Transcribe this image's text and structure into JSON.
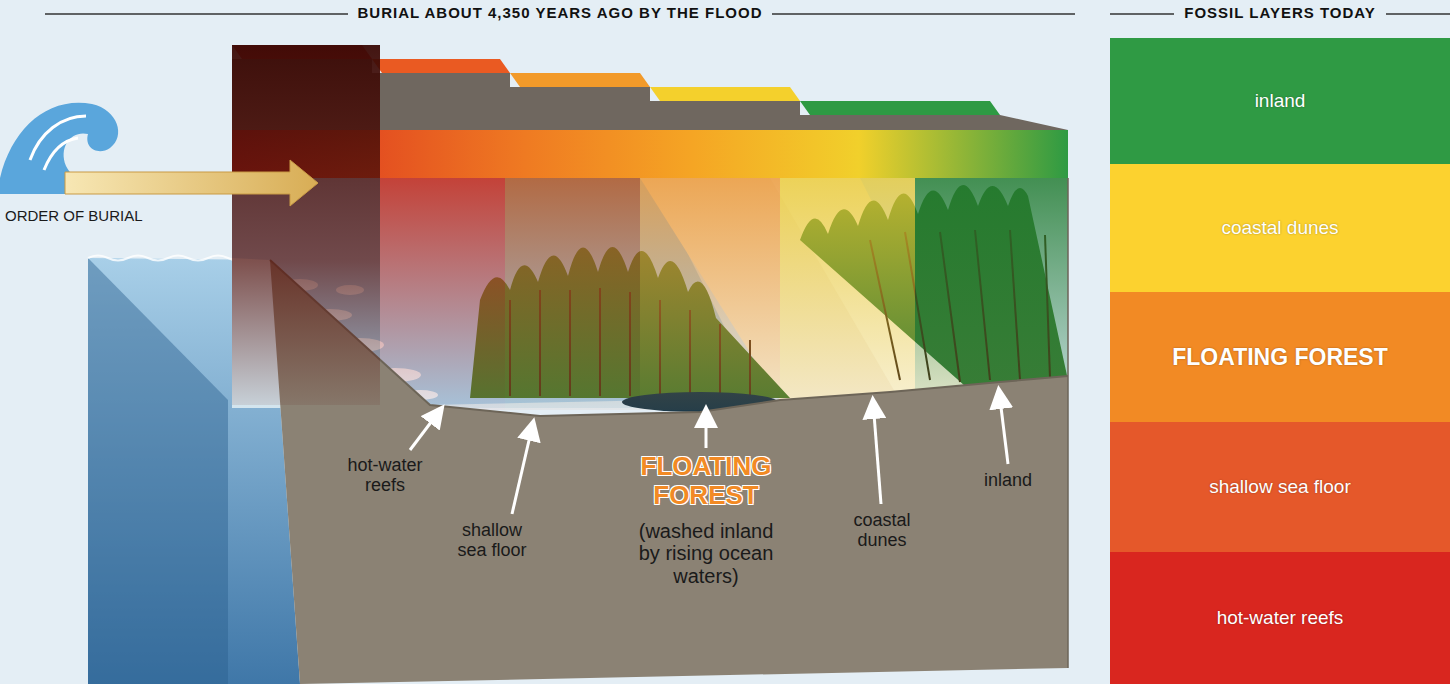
{
  "diagram": {
    "title": "BURIAL ABOUT 4,350 YEARS AGO BY THE FLOOD",
    "nodes": [
      {
        "text": [
          "inland"
        ]
      },
      {
        "text": [
          "coastal dunes"
        ]
      },
      {
        "text": [
          "FLOATING FOREST"
        ]
      },
      {
        "text": [
          "shallow sea floor"
        ]
      },
      {
        "text": [
          "hot-water reefs"
        ]
      }
    ],
    "labels": [
      "FOSSIL LAYERS TODAY",
      "ORDER OF BURIAL",
      "hot-water reefs",
      "shallow sea floor",
      "FLOATING FOREST",
      "(washed inland by rising ocean waters)",
      "coastal dunes",
      "inland"
    ]
  }
}
